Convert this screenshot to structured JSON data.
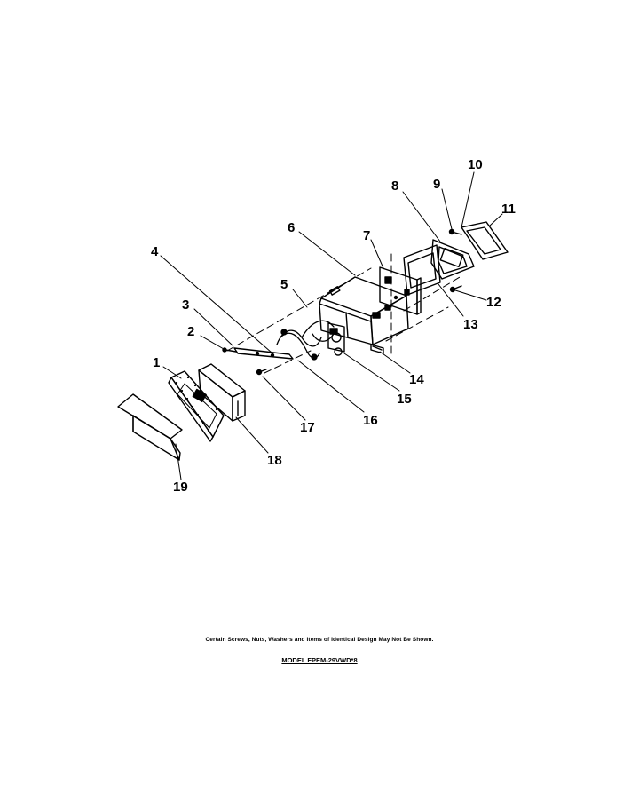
{
  "callouts": [
    "1",
    "2",
    "3",
    "4",
    "5",
    "6",
    "7",
    "8",
    "9",
    "10",
    "11",
    "12",
    "13",
    "14",
    "15",
    "16",
    "17",
    "18",
    "19"
  ],
  "footer": {
    "disclaimer": "Certain Screws, Nuts, Washers and Items of Identical Design May Not Be Shown.",
    "model": "MODEL FPEM-29VWD*8"
  }
}
